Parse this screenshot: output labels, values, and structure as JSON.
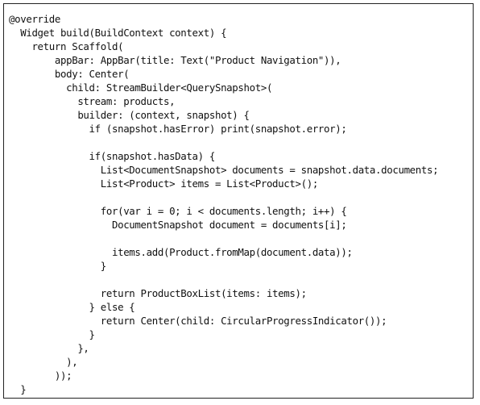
{
  "code": {
    "lines": [
      "@override",
      "  Widget build(BuildContext context) {",
      "    return Scaffold(",
      "        appBar: AppBar(title: Text(\"Product Navigation\")),",
      "        body: Center(",
      "          child: StreamBuilder<QuerySnapshot>(",
      "            stream: products,",
      "            builder: (context, snapshot) {",
      "              if (snapshot.hasError) print(snapshot.error);",
      "",
      "              if(snapshot.hasData) {",
      "                List<DocumentSnapshot> documents = snapshot.data.documents;",
      "                List<Product> items = List<Product>();",
      "",
      "                for(var i = 0; i < documents.length; i++) {",
      "                  DocumentSnapshot document = documents[i];",
      "",
      "                  items.add(Product.fromMap(document.data));",
      "                }",
      "",
      "                return ProductBoxList(items: items);",
      "              } else {",
      "                return Center(child: CircularProgressIndicator());",
      "              }",
      "            },",
      "          ),",
      "        ));",
      "  }"
    ]
  }
}
